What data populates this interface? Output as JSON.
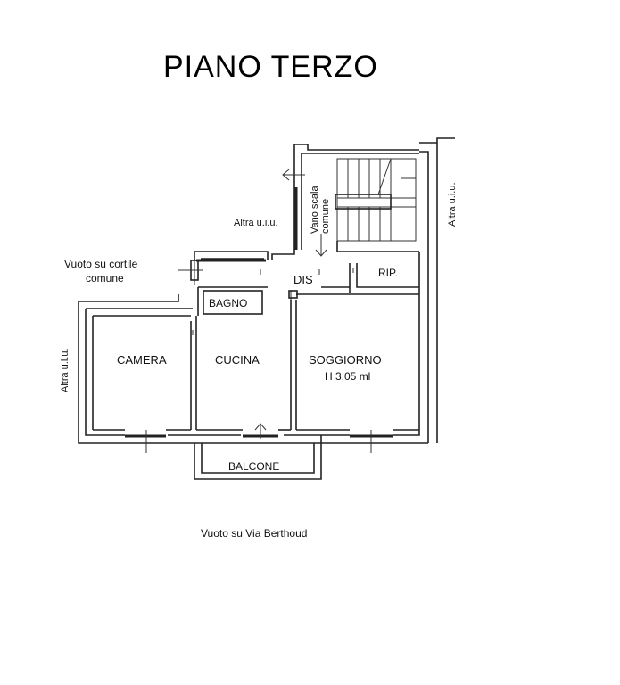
{
  "title": "PIANO TERZO",
  "labels": {
    "vano_scala": [
      "Vano scala",
      "comune"
    ],
    "altra_uiu_top": "Altra u.i.u.",
    "altra_uiu_right": "Altra u.i.u.",
    "altra_uiu_left": "Altra u.i.u.",
    "vuoto_cortile": [
      "Vuoto su cortile",
      "comune"
    ],
    "dis": "DIS",
    "rip": "RIP.",
    "bagno": "BAGNO",
    "camera": "CAMERA",
    "cucina": "CUCINA",
    "soggiorno": "SOGGIORNO",
    "soggiorno_height": "H 3,05 ml",
    "balcone": "BALCONE",
    "vuoto_via": "Vuoto su Via Berthoud"
  }
}
